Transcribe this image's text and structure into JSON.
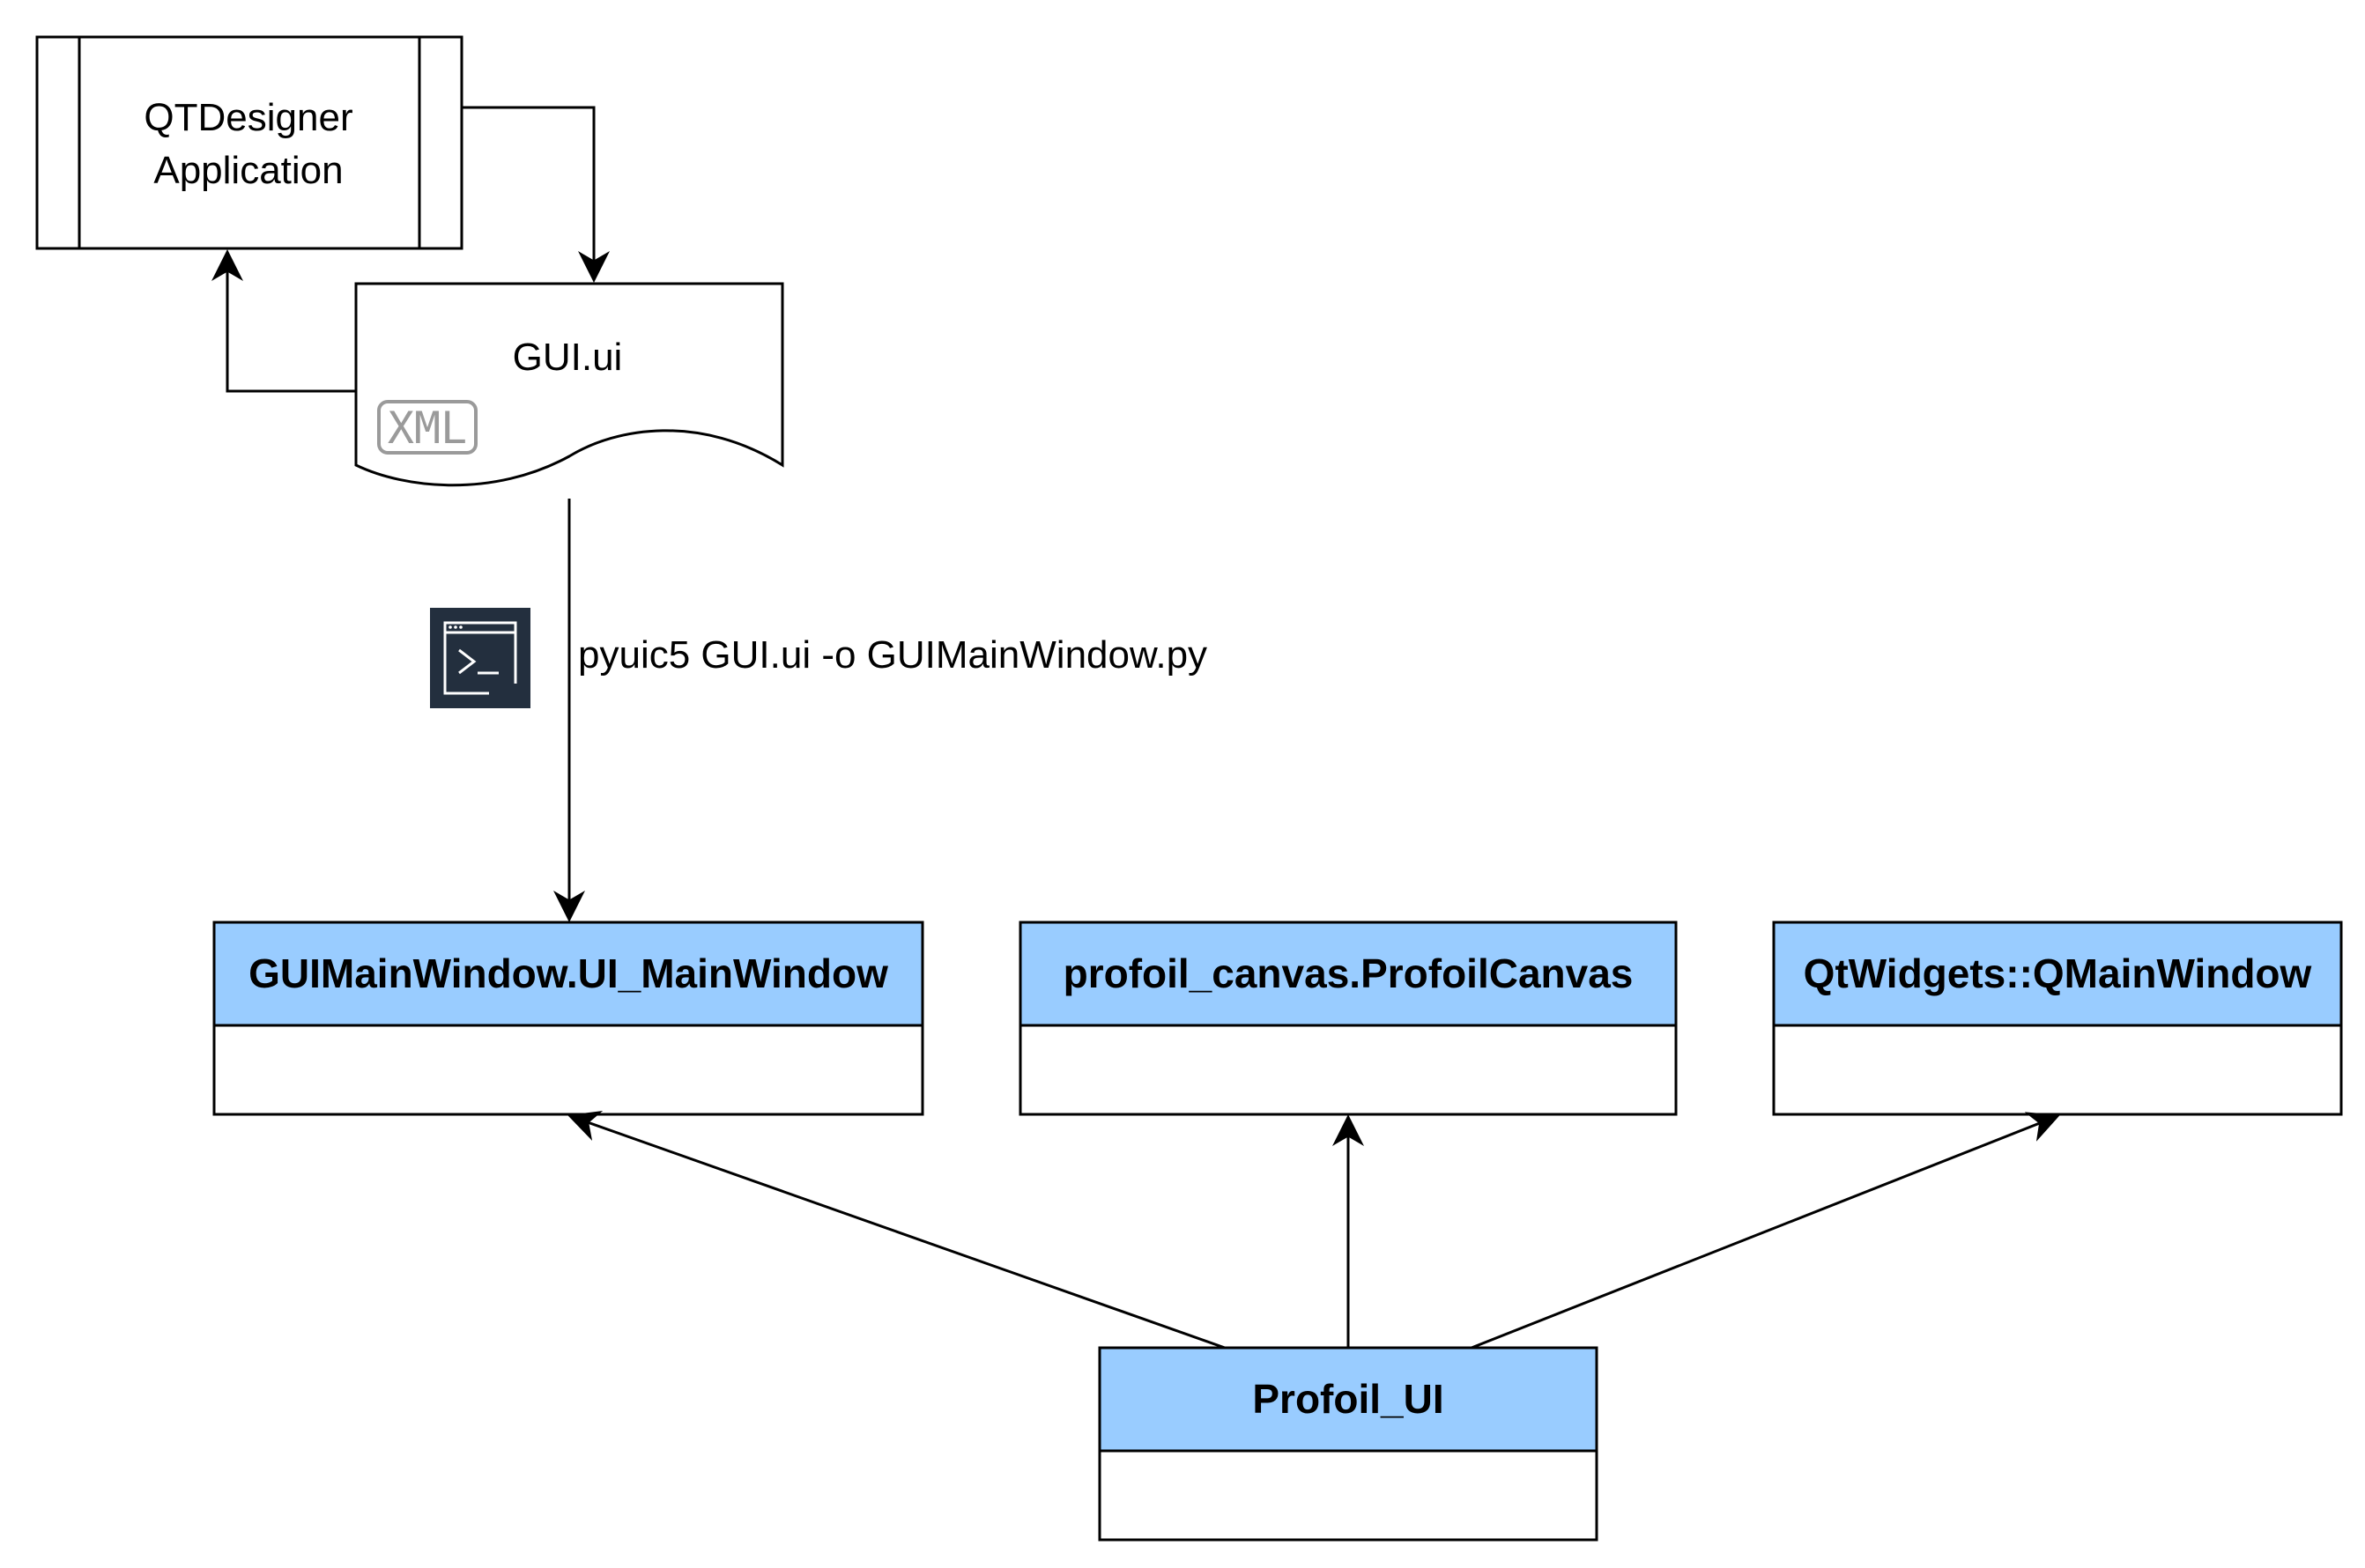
{
  "nodes": {
    "qtdesigner": {
      "line1": "QTDesigner",
      "line2": "Application"
    },
    "gui_ui": {
      "label": "GUI.ui",
      "badge": "XML",
      "badge_icon": "xml-file-icon"
    },
    "command": {
      "label": "pyuic5 GUI.ui -o GUIMainWindow.py",
      "icon": "terminal-icon"
    },
    "classes": {
      "ui_mainwindow": "GUIMainWindow.UI_MainWindow",
      "profoil_canvas": "profoil_canvas.ProfoilCanvas",
      "qmainwindow": "QtWidgets::QMainWindow",
      "profoil_ui": "Profoil_UI"
    }
  },
  "colors": {
    "class_header": "#99ccff",
    "stroke": "#000000",
    "terminal_bg": "#232f3e",
    "xml_badge": "#9a9a9a"
  }
}
